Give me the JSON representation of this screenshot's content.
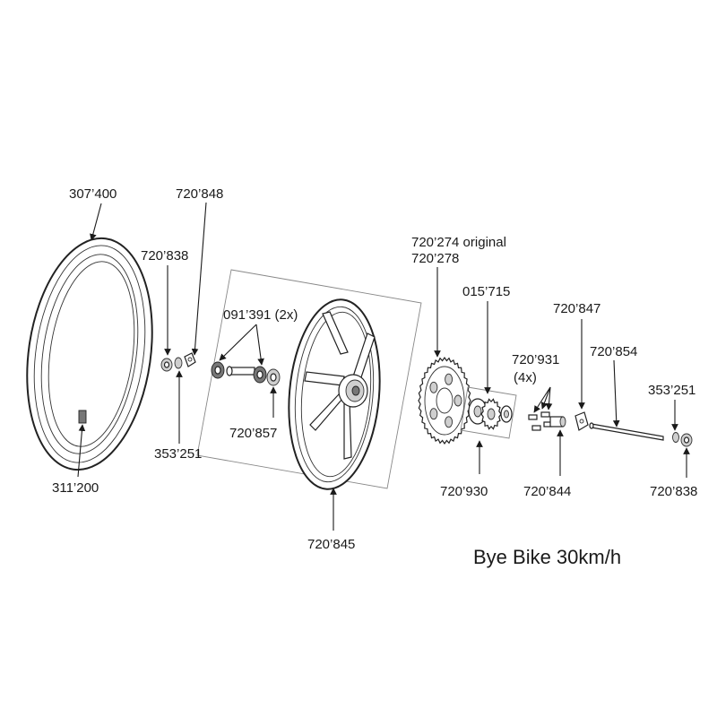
{
  "title": "Bye Bike 30km/h",
  "labels": {
    "tire": "307’400",
    "inner_tube": "311’200",
    "spacer_left": "720’848",
    "nut_left": "720’838",
    "washer_left": "353’251",
    "bearings": "091’391 (2x)",
    "axle_spacer": "720’857",
    "wheel": "720’845",
    "sprocket": "720’274 original\n720’278",
    "sprocket_line1": "720’274 original",
    "sprocket_line2": "720’278",
    "adapter": "015’715",
    "screws": "720’931",
    "screws_qty": "(4x)",
    "hub_carrier": "720’930",
    "bushing": "720’844",
    "chain_tensioner": "720’847",
    "axle": "720’854",
    "washer_right": "353’251",
    "nut_right": "720’838"
  }
}
